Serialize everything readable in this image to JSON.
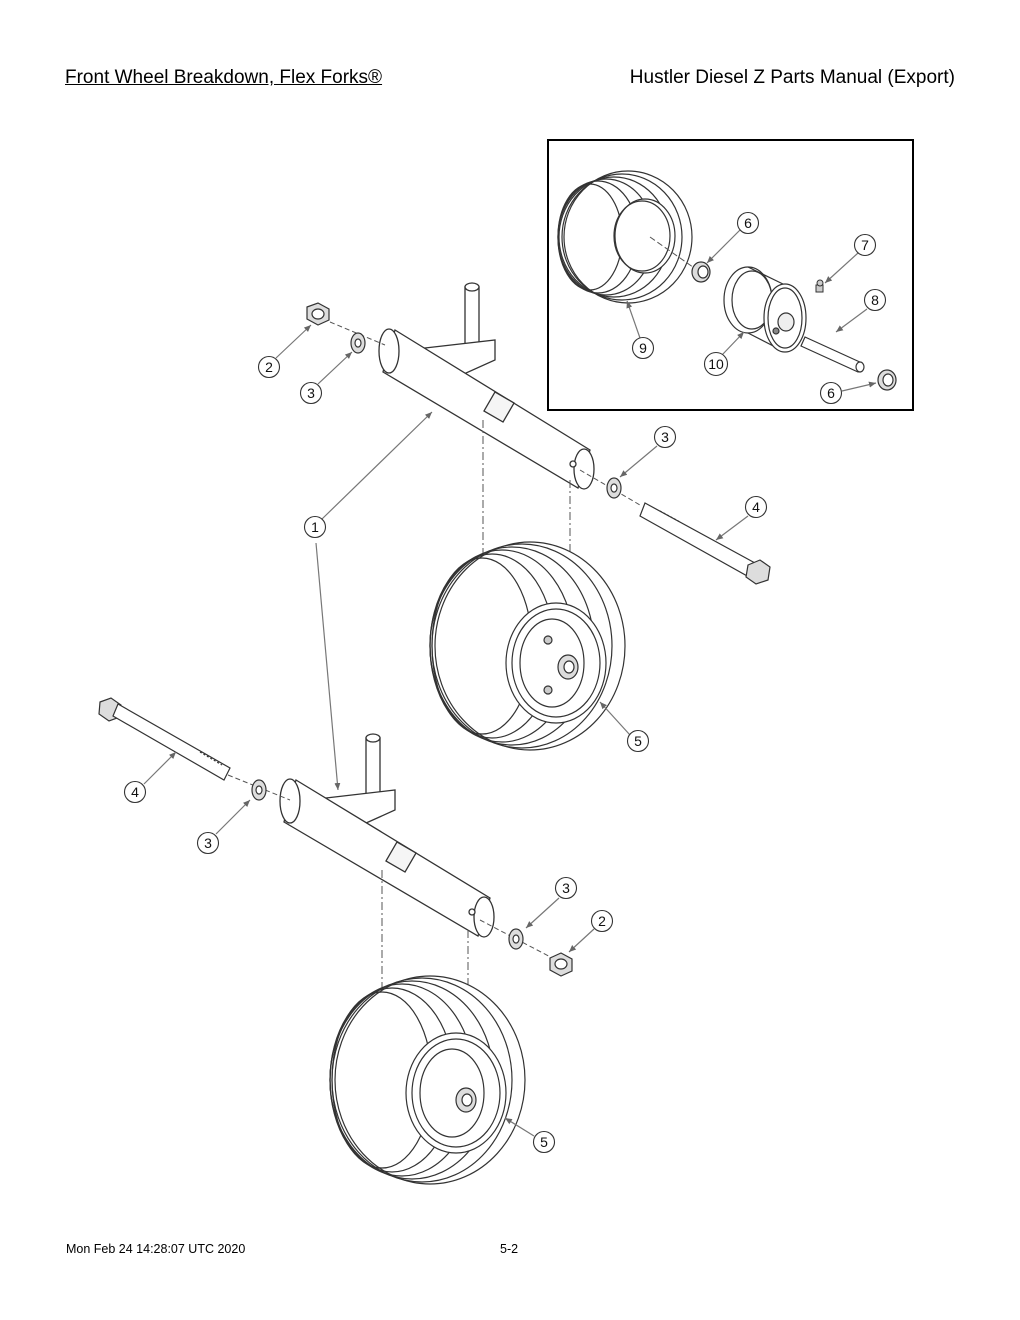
{
  "header": {
    "title": "Front Wheel Breakdown, Flex Forks®",
    "manual": "Hustler Diesel Z Parts Manual (Export)"
  },
  "footer": {
    "timestamp": "Mon Feb 24 14:28:07 UTC 2020",
    "page_number": "5-2"
  },
  "callouts": {
    "inset_6a": "6",
    "inset_7": "7",
    "inset_8": "8",
    "inset_9": "9",
    "inset_10": "10",
    "inset_6b": "6",
    "upper_2": "2",
    "upper_3a": "3",
    "upper_3b": "3",
    "upper_4": "4",
    "part_1": "1",
    "upper_5": "5",
    "lower_4": "4",
    "lower_3a": "3",
    "lower_3b": "3",
    "lower_2": "2",
    "lower_5": "5"
  },
  "colors": {
    "line": "#2a2a2a",
    "leader": "#777777",
    "inset_border": "#000000"
  }
}
